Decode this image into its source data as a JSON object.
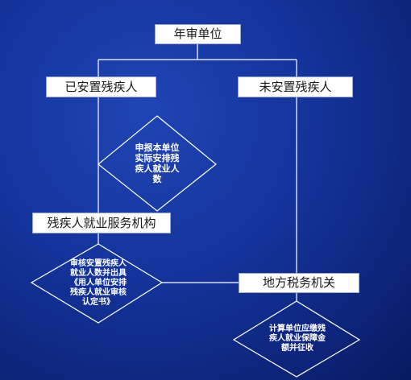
{
  "nodes": {
    "annual_review_unit": "年审单位",
    "placed_disabled": "已安置残疾人",
    "not_placed_disabled": "未安置残疾人",
    "employment_service_agency": "残疾人就业服务机构",
    "local_tax_office": "地方税务机关"
  },
  "decisions": {
    "report_actual_count": "申报本单位\n实际安排残\n疾人就业人\n数",
    "verify_issue_certificate": "审核安置残疾人\n就业人数并出具\n《用人单位安排\n残疾人就业审核\n认定书》",
    "calculate_levy": "计算单位应缴残\n疾人就业保障金\n额并征收"
  },
  "colors": {
    "background": "#14339a",
    "line": "#ffffff",
    "box_fill": "#ffffff",
    "box_text": "#1a1a1a"
  }
}
